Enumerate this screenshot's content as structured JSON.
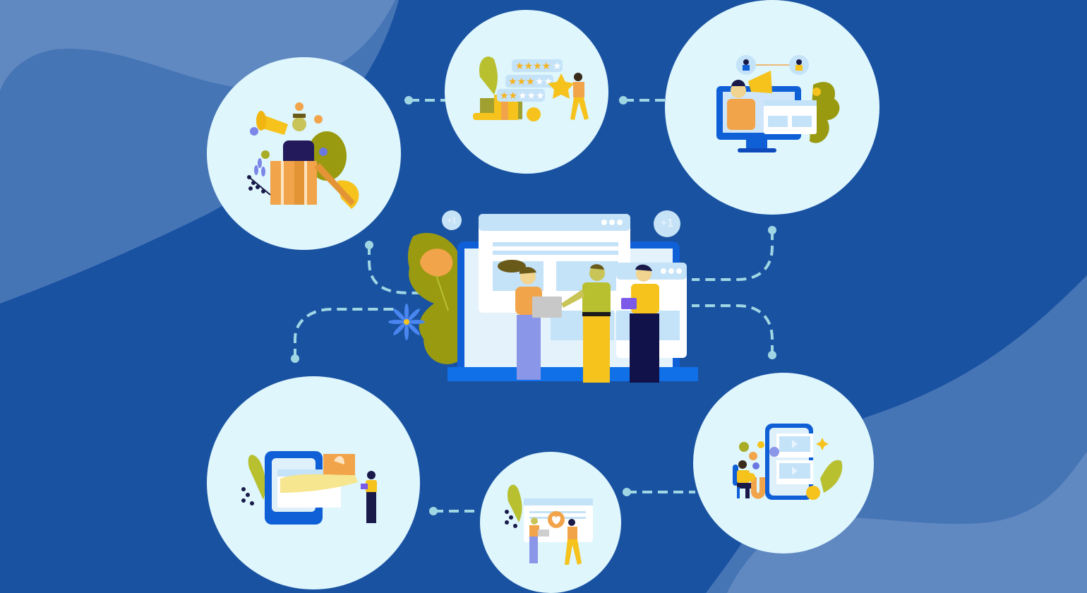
{
  "scene": {
    "description": "Flat illustration of a central team of three people in front of web browser windows on a laptop, connected by dashed lines to six surrounding circular vignettes about marketing and engagement",
    "colors": {
      "background": "#1a52a2",
      "wave_light": "#6189c1",
      "wave_mid": "#4675b6",
      "node_fill": "#def6fc",
      "connector": "#9fd6e4",
      "accent_yellow": "#f6c21c",
      "accent_orange": "#f2a44a",
      "leaf_green": "#9a9a10",
      "laptop_blue": "#0f5fd6",
      "navy": "#12124a"
    }
  },
  "center": {
    "name": "team-collaborating-on-website",
    "badges": [
      {
        "label": "+1"
      },
      {
        "label": "+1"
      }
    ]
  },
  "nodes": [
    {
      "id": "gift-box-announcement",
      "icon": "megaphone-gift-box-icon"
    },
    {
      "id": "star-ratings-rewards",
      "icon": "star-rating-icon"
    },
    {
      "id": "online-broadcast",
      "icon": "monitor-megaphone-icon"
    },
    {
      "id": "tablet-gift-offer",
      "icon": "tablet-gift-icon"
    },
    {
      "id": "website-likes",
      "icon": "heart-like-icon"
    },
    {
      "id": "mobile-attraction-magnet",
      "icon": "magnet-phone-icon"
    }
  ]
}
